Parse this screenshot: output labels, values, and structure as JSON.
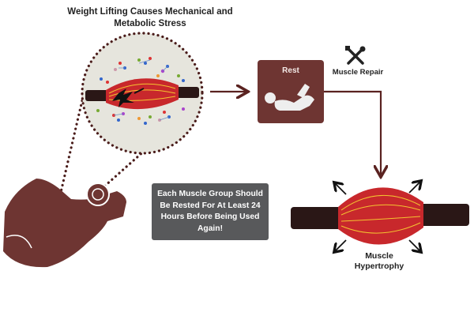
{
  "title": "Weight Lifting Causes Mechanical and Metabolic Stress",
  "rest": {
    "label": "Rest"
  },
  "repair": {
    "label": "Muscle Repair"
  },
  "hypertrophy": {
    "label": "Muscle Hypertrophy"
  },
  "note": "Each Muscle Group Should Be Rested For At Least 24 Hours Before Being Used Again!",
  "colors": {
    "brown": "#6e3532",
    "muscle_red": "#c8282c",
    "fiber_yellow": "#f4c430",
    "tendon": "#2a1716",
    "note_bg": "#58595b",
    "circle_bg": "#e6e5dd"
  }
}
